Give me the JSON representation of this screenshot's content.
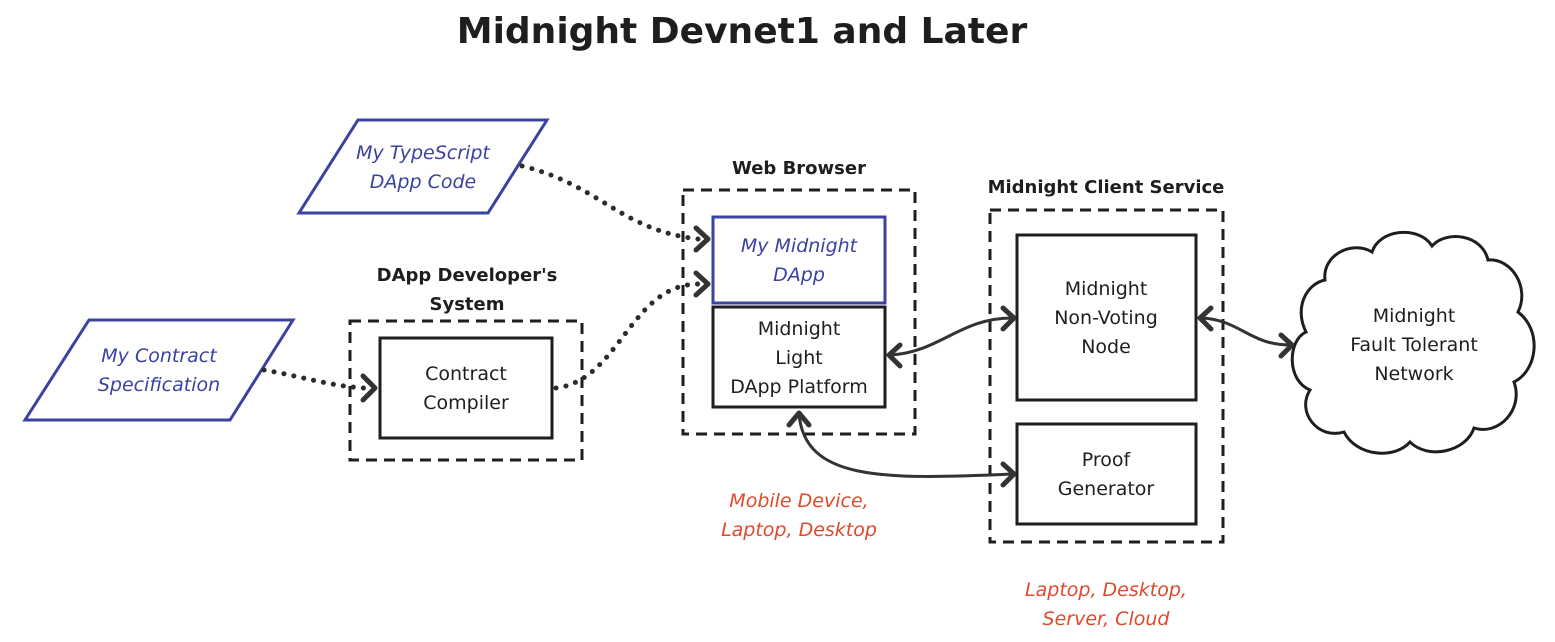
{
  "title": "Midnight Devnet1 and Later",
  "inputs": {
    "typescript": {
      "line1": "My TypeScript",
      "line2": "DApp Code"
    },
    "contract_spec": {
      "line1": "My Contract",
      "line2": "Specification"
    }
  },
  "groups": {
    "developer_system": {
      "label_line1": "DApp Developer's",
      "label_line2": "System"
    },
    "web_browser": {
      "label": "Web Browser",
      "device_line1": "Mobile Device,",
      "device_line2": "Laptop, Desktop"
    },
    "client_service": {
      "label": "Midnight Client Service",
      "device_line1": "Laptop, Desktop,",
      "device_line2": "Server, Cloud"
    }
  },
  "nodes": {
    "contract_compiler": {
      "line1": "Contract",
      "line2": "Compiler"
    },
    "my_midnight_dapp": {
      "line1": "My Midnight",
      "line2": "DApp"
    },
    "light_platform": {
      "line1": "Midnight",
      "line2": "Light",
      "line3": "DApp Platform"
    },
    "non_voting_node": {
      "line1": "Midnight",
      "line2": "Non-Voting",
      "line3": "Node"
    },
    "proof_generator": {
      "line1": "Proof",
      "line2": "Generator"
    },
    "network": {
      "line1": "Midnight",
      "line2": "Fault Tolerant",
      "line3": "Network"
    }
  },
  "colors": {
    "user_input": "#3b43a0",
    "device_note": "#de4a2b",
    "stroke": "#1e1e1e"
  }
}
